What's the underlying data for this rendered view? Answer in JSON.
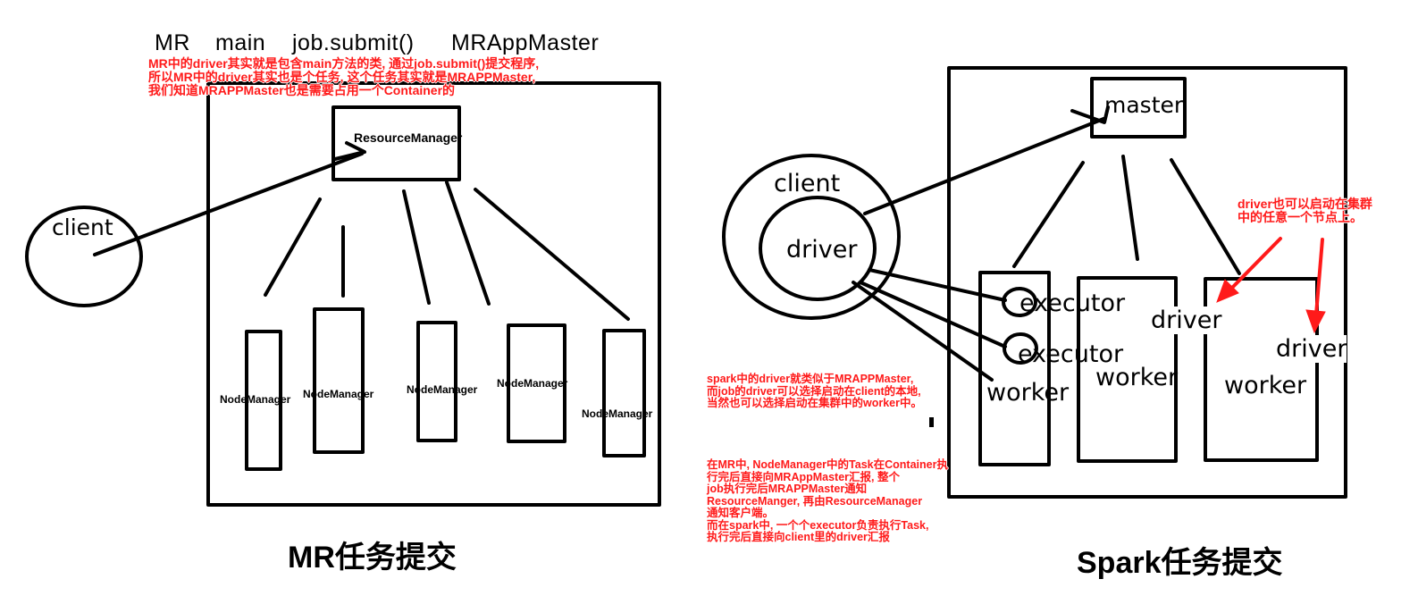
{
  "mr": {
    "header_words": [
      "MR",
      "main",
      "job.submit()",
      "MRAppMaster"
    ],
    "note_lines": [
      "MR中的driver其实就是包含main方法的类, 通过job.submit()提交程序,",
      "所以MR中的driver其实也是个任务, 这个任务其实就是MRAPPMaster,",
      "我们知道MRAPPMaster也是需要占用一个Container的"
    ],
    "resource_manager": "ResourceManager",
    "client": "client",
    "node_managers": [
      "NodeManager",
      "NodeManager",
      "NodeManager",
      "NodeManager",
      "NodeManager"
    ],
    "caption": "MR任务提交"
  },
  "spark": {
    "master": "master",
    "client": "client",
    "driver": "driver",
    "executors": [
      "executor",
      "executor"
    ],
    "workers": [
      "worker",
      "worker",
      "worker"
    ],
    "worker_drivers": [
      "driver",
      "driver"
    ],
    "cluster_note_lines": [
      "driver也可以启动在集群",
      "中的任意一个节点上。"
    ],
    "driver_note_lines": [
      "spark中的driver就类似于MRAPPMaster,",
      "而job的driver可以选择启动在client的本地,",
      "当然也可以选择启动在集群中的worker中。"
    ],
    "flow_note_lines": [
      "在MR中, NodeManager中的Task在Container执",
      "行完后直接向MRAppMaster汇报, 整个",
      "job执行完后MRAPPMaster通知",
      "ResourceManger, 再由ResourceManager",
      "通知客户端。",
      "而在spark中, 一个个executor负责执行Task,",
      "执行完后直接向client里的driver汇报"
    ],
    "caption": "Spark任务提交"
  },
  "colors": {
    "ink": "#000000",
    "annotation": "#ff1a1a",
    "background": "#ffffff"
  }
}
